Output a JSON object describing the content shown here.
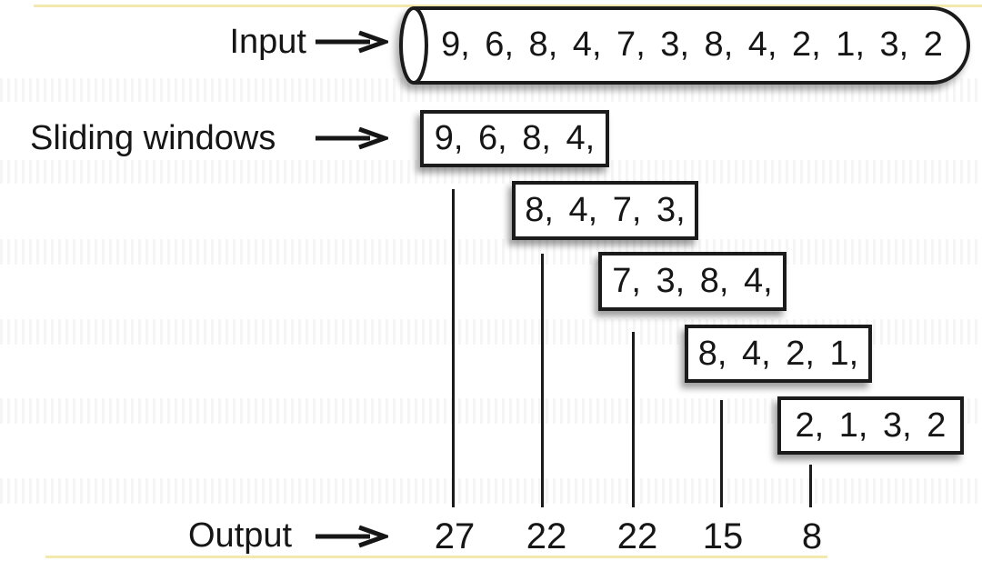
{
  "input": {
    "label": "Input",
    "stream": "9, 6, 8, 4, 7, 3, 8, 4, 2, 1, 3, 2"
  },
  "sliding_windows": {
    "label": "Sliding windows",
    "windows": [
      {
        "values": "9, 6, 8, 4,"
      },
      {
        "values": "8, 4, 7, 3,"
      },
      {
        "values": "7, 3, 8, 4,"
      },
      {
        "values": "8, 4, 2, 1,"
      },
      {
        "values": "2, 1, 3, 2"
      }
    ]
  },
  "output": {
    "label": "Output",
    "values": [
      "27",
      "22",
      "22",
      "15",
      "8"
    ]
  },
  "icons": {
    "arrow": "arrow-right-icon"
  },
  "colors": {
    "ink": "#161616",
    "box_border": "#1b1b1b",
    "box_fill": "#ffffff",
    "highlight_rule": "#f3e9ad",
    "background": "#ffffff"
  }
}
